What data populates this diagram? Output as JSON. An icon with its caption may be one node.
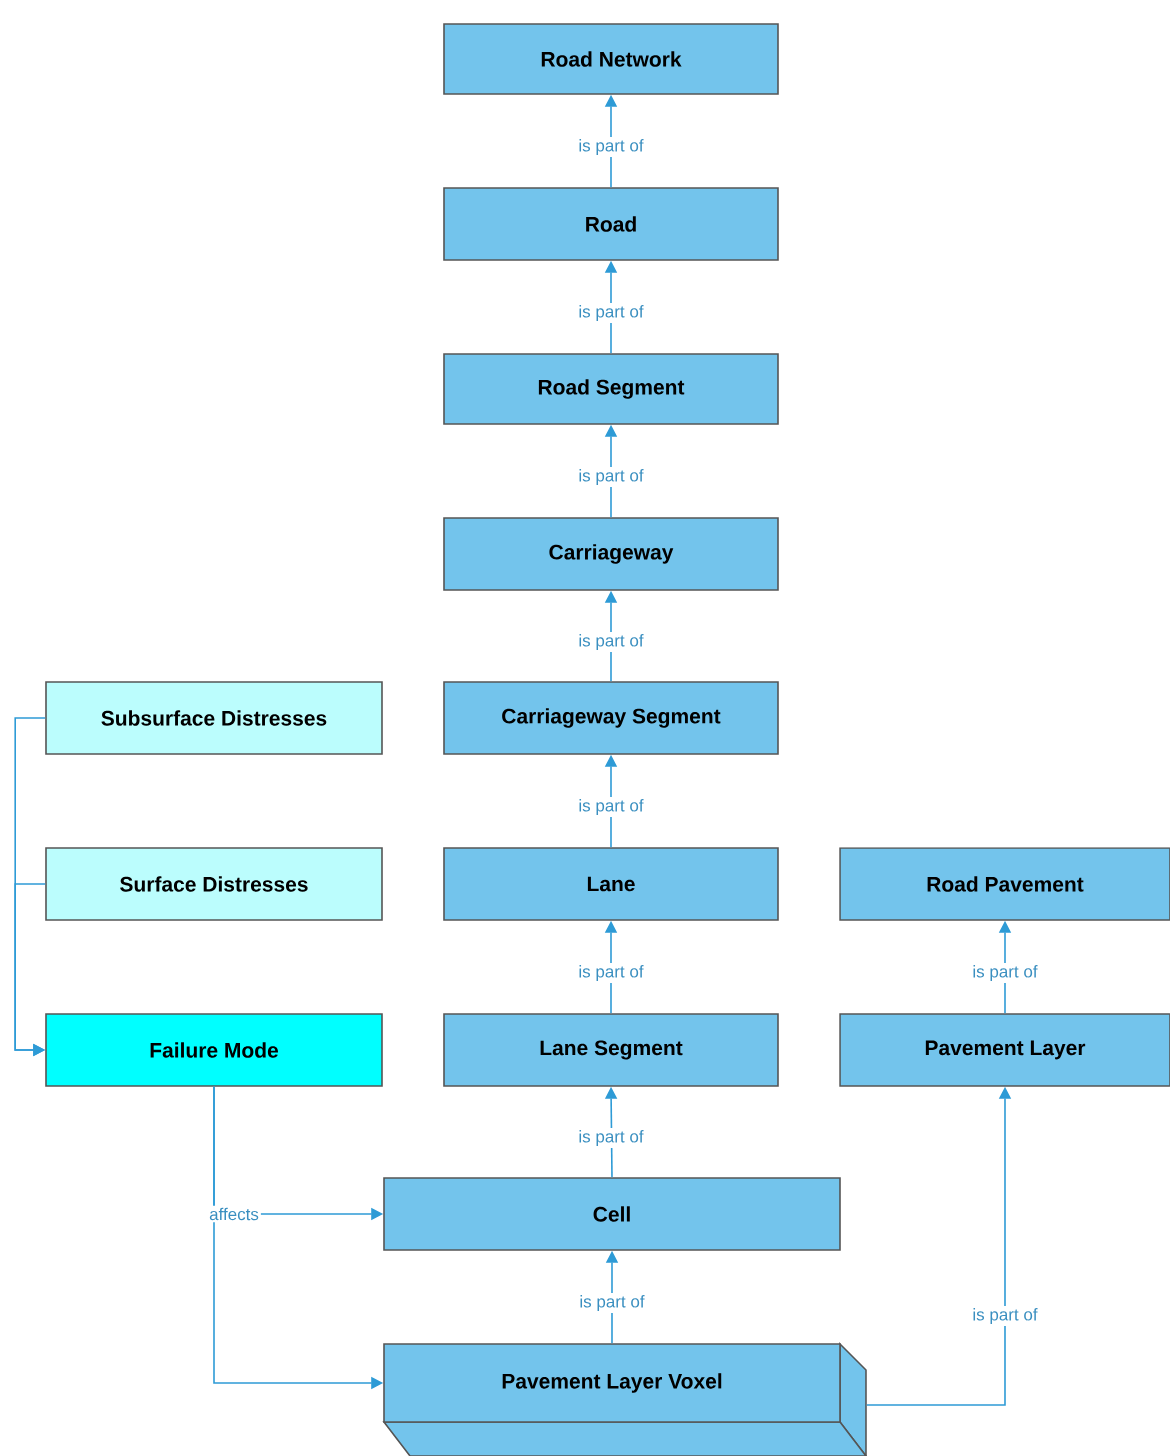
{
  "diagram": {
    "nodes": [
      {
        "text": [
          "Road Network"
        ]
      },
      {
        "text": [
          "Road"
        ]
      },
      {
        "text": [
          "Road Segment"
        ]
      },
      {
        "text": [
          "Carriageway"
        ]
      },
      {
        "text": [
          "Carriageway Segment"
        ]
      },
      {
        "text": [
          "Lane"
        ]
      },
      {
        "text": [
          "Lane Segment"
        ]
      },
      {
        "text": [
          "Cell"
        ]
      },
      {
        "text": [
          "Pavement Layer Voxel"
        ]
      },
      {
        "text": [
          "Road Pavement"
        ]
      },
      {
        "text": [
          "Pavement Layer"
        ]
      },
      {
        "text": [
          "Subsurface Distresses"
        ]
      },
      {
        "text": [
          "Surface Distresses"
        ]
      },
      {
        "text": [
          "Failure Mode"
        ]
      }
    ],
    "edges": [
      {
        "from": 1,
        "to": 0,
        "arrow": "to",
        "label": "is part of"
      },
      {
        "from": 2,
        "to": 1,
        "arrow": "to",
        "label": "is part of"
      },
      {
        "from": 3,
        "to": 2,
        "arrow": "to",
        "label": "is part of"
      },
      {
        "from": 4,
        "to": 3,
        "arrow": "to",
        "label": "is part of"
      },
      {
        "from": 5,
        "to": 4,
        "arrow": "to",
        "label": "is part of"
      },
      {
        "from": 6,
        "to": 5,
        "arrow": "to",
        "label": "is part of"
      },
      {
        "from": 7,
        "to": 6,
        "arrow": "to",
        "label": "is part of"
      },
      {
        "from": 8,
        "to": 7,
        "arrow": "to",
        "label": "is part of"
      },
      {
        "from": 10,
        "to": 9,
        "arrow": "to",
        "label": "is part of"
      },
      {
        "from": 8,
        "to": 10,
        "arrow": "to",
        "label": "is part of"
      },
      {
        "from": 11,
        "to": 13,
        "arrow": "to"
      },
      {
        "from": 12,
        "to": 13,
        "arrow": "to"
      },
      {
        "from": 13,
        "to": 7,
        "arrow": "to",
        "label": "affects"
      },
      {
        "from": 13,
        "to": 8,
        "arrow": "to"
      }
    ]
  }
}
